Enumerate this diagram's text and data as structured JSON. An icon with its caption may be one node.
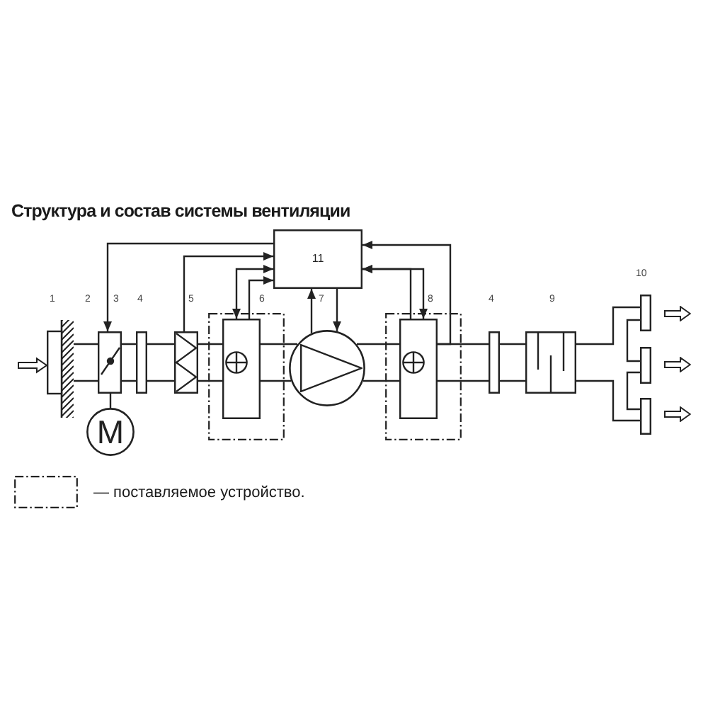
{
  "diagram": {
    "title": "Структура и состав системы вентиляции",
    "nodes": [
      {
        "text": [
          "11"
        ]
      },
      {
        "text": [],
        "shape": "picture"
      },
      {
        "text": [],
        "shape": "box"
      },
      {
        "text": [],
        "shape": "box"
      },
      {
        "text": [],
        "shape": "box"
      },
      {
        "text": [],
        "shape": "box"
      },
      {
        "text": [],
        "shape": "box",
        "in": 5
      },
      {
        "text": [],
        "shape": "circle"
      },
      {
        "text": [],
        "shape": "box"
      },
      {
        "text": [],
        "shape": "box",
        "in": 8
      },
      {
        "text": [],
        "shape": "box"
      },
      {
        "text": [],
        "shape": "box"
      },
      {
        "text": [],
        "shape": "box"
      },
      {
        "text": [],
        "shape": "box"
      },
      {
        "text": [],
        "shape": "box"
      },
      {
        "text": [
          "M"
        ]
      }
    ],
    "edges": [
      {
        "from": 1,
        "to": 2,
        "arrow": "none"
      },
      {
        "from": 2,
        "to": 3,
        "arrow": "none"
      },
      {
        "from": 3,
        "to": 4,
        "arrow": "none"
      },
      {
        "from": 4,
        "to": 6,
        "arrow": "none"
      },
      {
        "from": 6,
        "to": 7,
        "arrow": "none"
      },
      {
        "from": 7,
        "to": 9,
        "arrow": "none"
      },
      {
        "from": 9,
        "to": 10,
        "arrow": "none"
      },
      {
        "from": 10,
        "to": 11,
        "arrow": "none"
      },
      {
        "from": 11,
        "to": 12,
        "arrow": "none"
      },
      {
        "from": 11,
        "to": 14,
        "arrow": "none"
      },
      {
        "from": 12,
        "to": 13,
        "arrow": "none"
      },
      {
        "from": 13,
        "to": 14,
        "arrow": "none"
      },
      {
        "from": 2,
        "to": 15,
        "arrow": "none"
      },
      {
        "from": 0,
        "to": 2,
        "arrow": "to"
      },
      {
        "from": 4,
        "to": 0,
        "arrow": "to"
      },
      {
        "from": 6,
        "to": 0,
        "arrow": "both"
      },
      {
        "from": 6,
        "to": 0,
        "arrow": "to"
      },
      {
        "from": 7,
        "to": 0,
        "arrow": "to"
      },
      {
        "from": 0,
        "to": 7,
        "arrow": "to"
      },
      {
        "from": 9,
        "to": 0,
        "arrow": "to"
      },
      {
        "from": 9,
        "to": 0,
        "arrow": "both"
      },
      {
        "from": 9,
        "to": 0,
        "arrow": "to"
      },
      {
        "from": null,
        "to": 1,
        "arrow": "to",
        "style": "thick"
      }
    ],
    "labels": [
      "1",
      "2",
      "3",
      "4",
      "5",
      "6",
      "7",
      "8",
      "4",
      "9",
      "10"
    ],
    "legend": [
      {
        "text": "— поставляемое устройство."
      }
    ]
  }
}
